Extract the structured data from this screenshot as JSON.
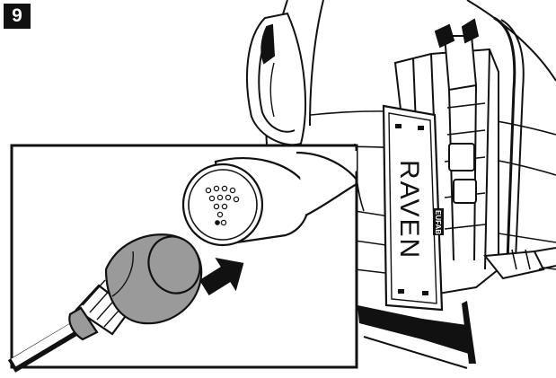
{
  "step": {
    "number": "9"
  },
  "unit": {
    "brand_label": "RAVEN",
    "maker_label": "EUFAB"
  },
  "colors": {
    "line": "#111111",
    "background": "#ffffff",
    "connector_gray": "#9a9a9a",
    "badge": "#111111"
  },
  "icons": {
    "insert_arrow": "arrow-right-icon"
  }
}
